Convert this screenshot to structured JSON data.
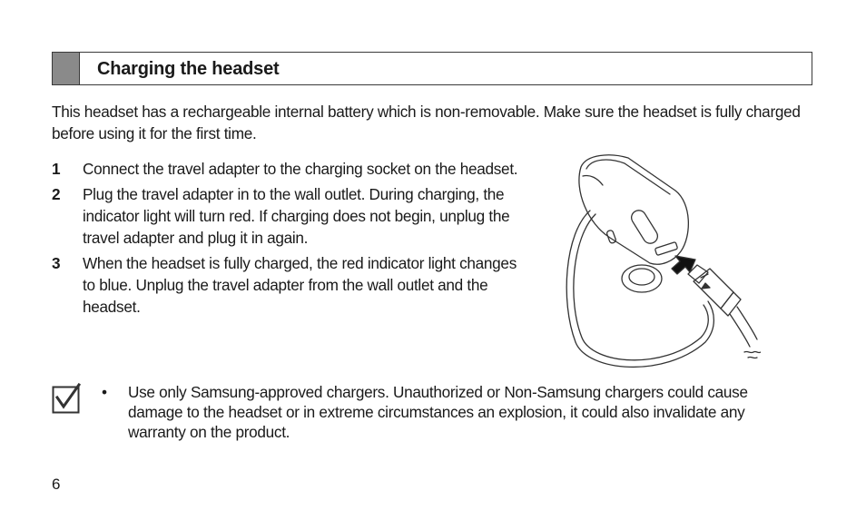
{
  "section": {
    "title": "Charging the headset"
  },
  "intro": "This headset has a rechargeable internal battery which is non-removable. Make sure the headset is fully charged before using it for the first time.",
  "steps": [
    {
      "number": "1",
      "text": "Connect the travel adapter to the charging socket on the headset."
    },
    {
      "number": "2",
      "text": "Plug the travel adapter in to the wall outlet. During charging, the indicator light will turn red. If charging does not begin, unplug the travel adapter and plug it in again."
    },
    {
      "number": "3",
      "text": "When the headset is fully charged, the red indicator light changes to blue. Unplug the travel adapter from the wall outlet and the headset."
    }
  ],
  "note": {
    "icon": "checkbox-note-icon",
    "bullet": "•",
    "text": "Use only Samsung-approved chargers. Unauthorized or Non-Samsung chargers could cause damage to the headset or in extreme circumstances an explosion, it could also invalidate any warranty on the product."
  },
  "page_number": "6"
}
